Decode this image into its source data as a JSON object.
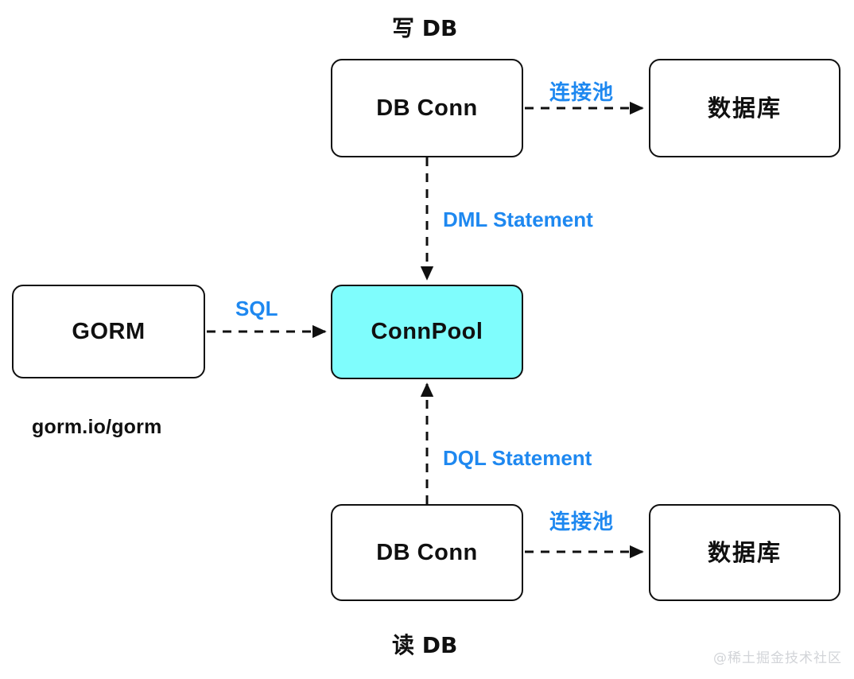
{
  "diagram": {
    "title_top": "写 DB",
    "title_bottom": "读 DB",
    "watermark": "@稀土掘金技术社区",
    "colors": {
      "accent_blue": "#1E88F0",
      "node_fill_highlight": "#7FFDFD",
      "node_stroke": "#101010",
      "background": "#ffffff",
      "watermark": "#d2d4d8"
    },
    "nodes": [
      {
        "id": "db-conn-write",
        "label": "DB Conn",
        "fill": "white"
      },
      {
        "id": "database-write",
        "label": "数据库",
        "fill": "white"
      },
      {
        "id": "gorm",
        "label": "GORM",
        "fill": "white"
      },
      {
        "id": "conn-pool",
        "label": "ConnPool",
        "fill": "cyan"
      },
      {
        "id": "db-conn-read",
        "label": "DB Conn",
        "fill": "white"
      },
      {
        "id": "database-read",
        "label": "数据库",
        "fill": "white"
      }
    ],
    "captions": [
      {
        "id": "gorm-package",
        "text": "gorm.io/gorm"
      }
    ],
    "edges": [
      {
        "id": "edge-write-conn-to-db",
        "from": "db-conn-write",
        "to": "database-write",
        "label": "连接池",
        "style": "dashed",
        "direction": "right"
      },
      {
        "id": "edge-write-dml",
        "from": "db-conn-write",
        "to": "conn-pool",
        "label": "DML Statement",
        "style": "dashed",
        "direction": "down"
      },
      {
        "id": "edge-gorm-sql",
        "from": "gorm",
        "to": "conn-pool",
        "label": "SQL",
        "style": "dashed",
        "direction": "right"
      },
      {
        "id": "edge-read-dql",
        "from": "db-conn-read",
        "to": "conn-pool",
        "label": "DQL Statement",
        "style": "dashed",
        "direction": "up"
      },
      {
        "id": "edge-read-conn-to-db",
        "from": "db-conn-read",
        "to": "database-read",
        "label": "连接池",
        "style": "dashed",
        "direction": "right"
      }
    ]
  }
}
